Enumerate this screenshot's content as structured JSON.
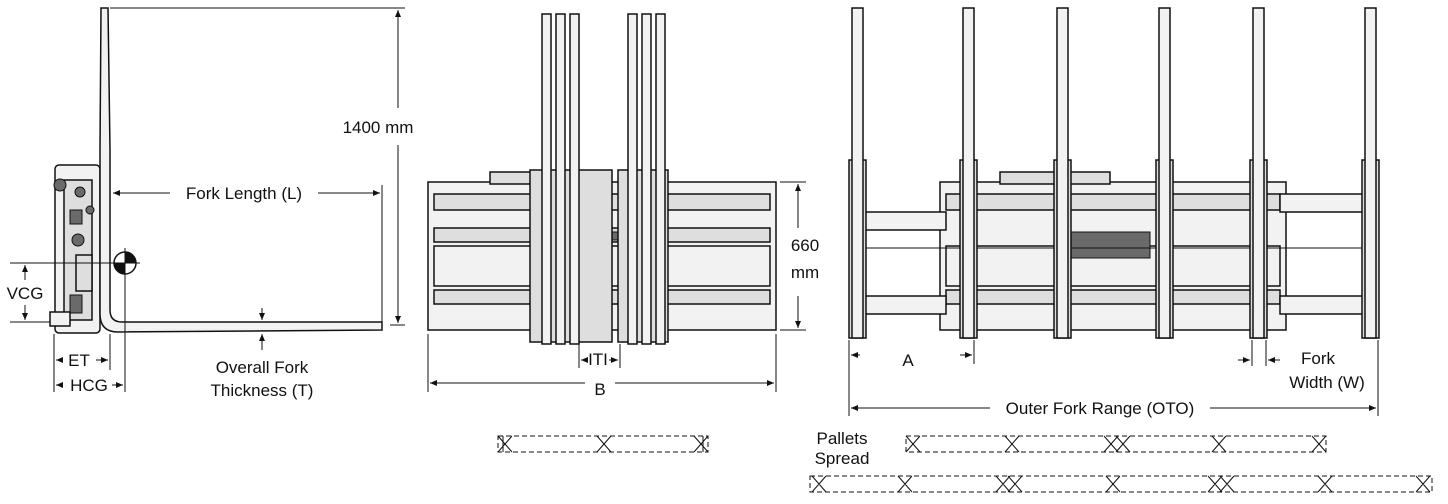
{
  "side_view": {
    "height_label": "1400 mm",
    "fork_length_label": "Fork Length (L)",
    "vcg_label": "VCG",
    "et_label": "ET",
    "hcg_label": "HCG",
    "thickness_label_1": "Overall Fork",
    "thickness_label_2": "Thickness (T)"
  },
  "front_view_narrow": {
    "height_label_1": "660",
    "height_label_2": "mm",
    "iti_label": "ITI",
    "b_label": "B"
  },
  "front_view_wide": {
    "a_label": "A",
    "fork_width_label_1": "Fork",
    "fork_width_label_2": "Width (W)",
    "oto_label": "Outer Fork Range (OTO)"
  },
  "pallets": {
    "label_1": "Pallets",
    "label_2": "Spread"
  }
}
